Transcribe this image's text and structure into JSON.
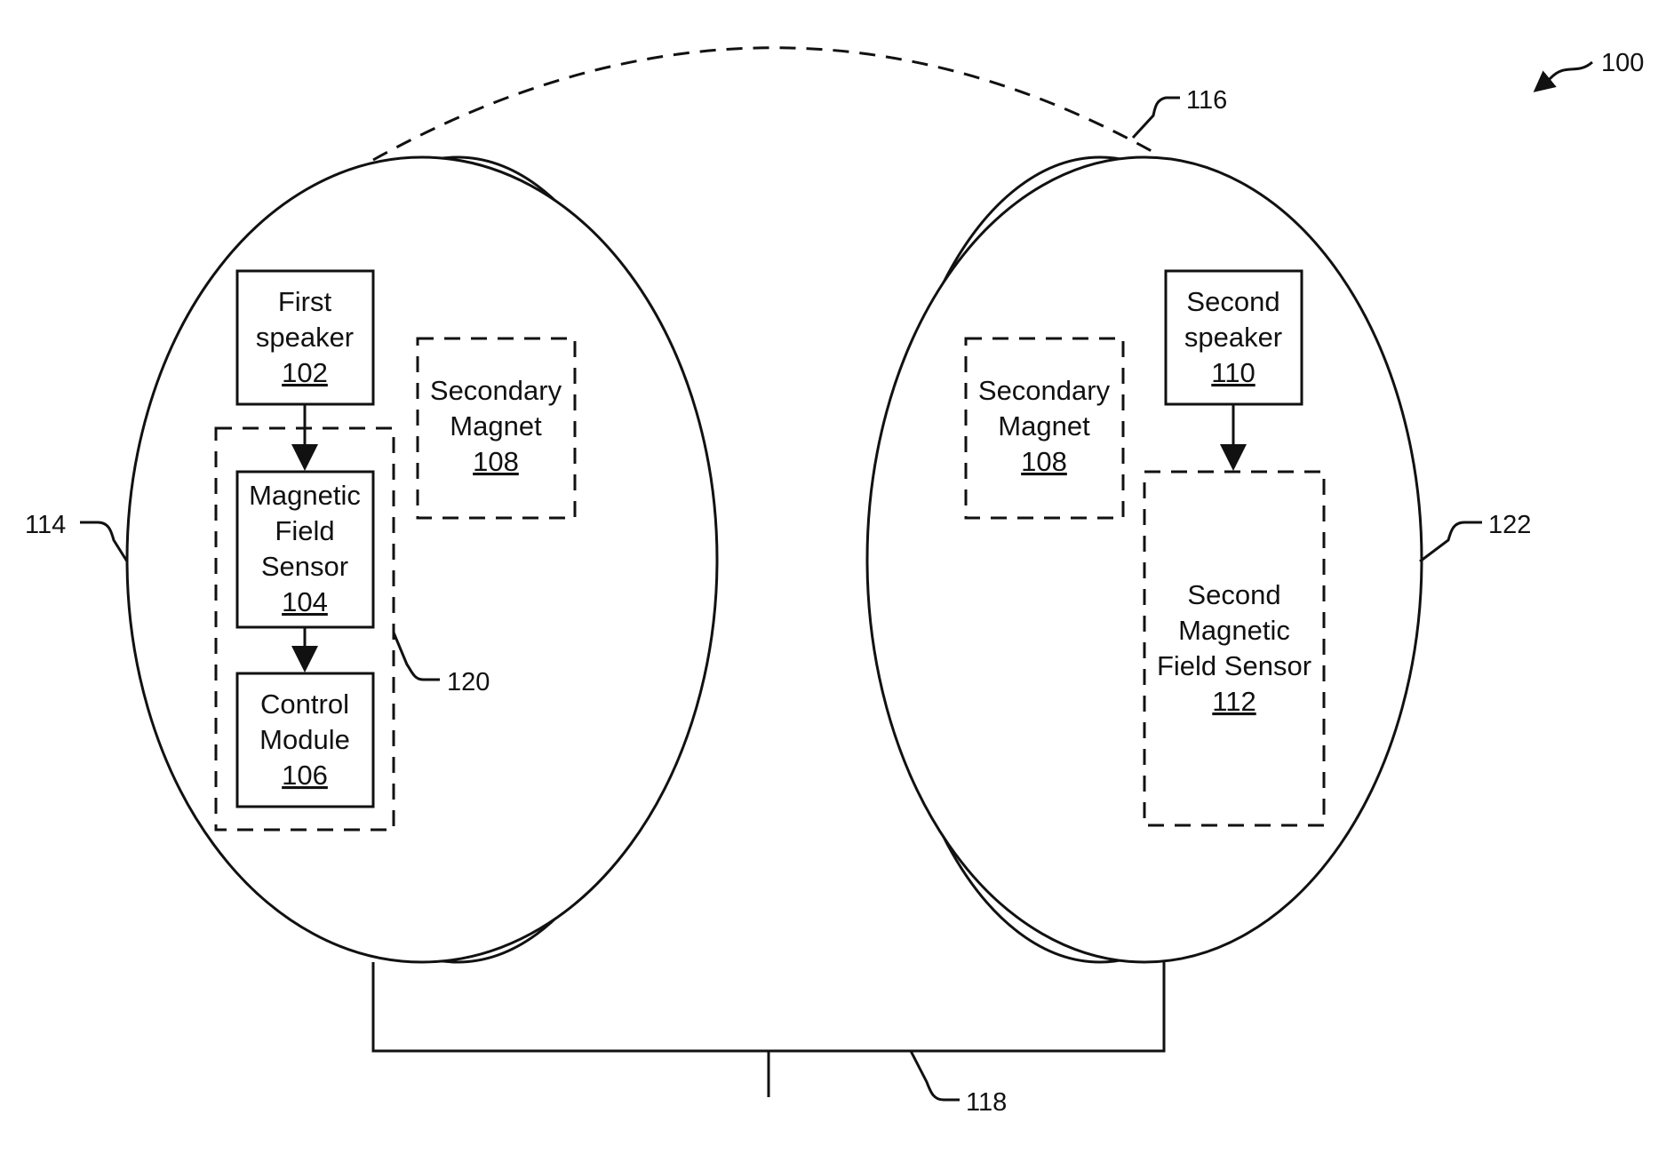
{
  "figure": {
    "ref_100": "100",
    "ref_114": "114",
    "ref_116": "116",
    "ref_118": "118",
    "ref_120": "120",
    "ref_122": "122"
  },
  "left_earcup": {
    "first_speaker": {
      "line1": "First",
      "line2": "speaker",
      "ref": "102"
    },
    "secondary_magnet": {
      "line1": "Secondary",
      "line2": "Magnet",
      "ref": "108"
    },
    "magnetic_field_sensor": {
      "line1": "Magnetic",
      "line2": "Field",
      "line3": "Sensor",
      "ref": "104"
    },
    "control_module": {
      "line1": "Control",
      "line2": "Module",
      "ref": "106"
    }
  },
  "right_earcup": {
    "second_speaker": {
      "line1": "Second",
      "line2": "speaker",
      "ref": "110"
    },
    "secondary_magnet": {
      "line1": "Secondary",
      "line2": "Magnet",
      "ref": "108"
    },
    "second_magnetic_field_sensor": {
      "line1": "Second",
      "line2": "Magnetic",
      "line3": "Field Sensor",
      "ref": "112"
    }
  },
  "colors": {
    "line": "#111111",
    "background": "#ffffff"
  }
}
